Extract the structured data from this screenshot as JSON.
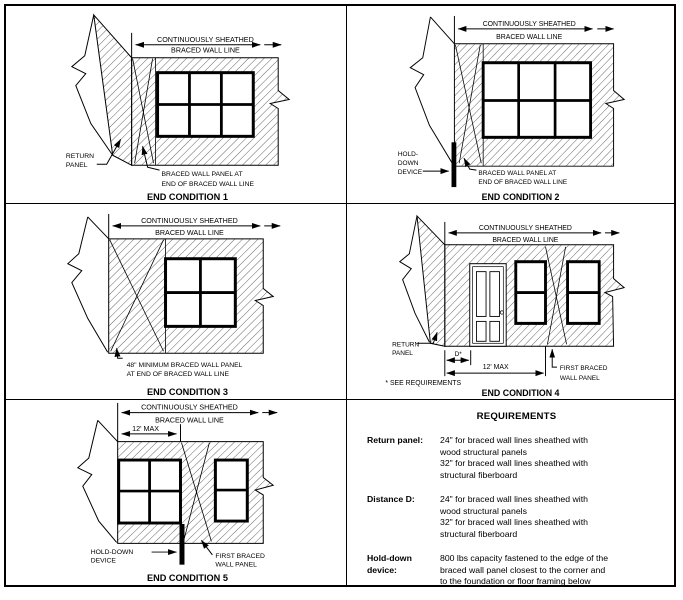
{
  "figure": {
    "description": "Continuously sheathed braced wall line end conditions"
  },
  "panels": [
    {
      "caption": "END CONDITION 1",
      "dim_line1": "CONTINUOUSLY SHEATHED",
      "dim_line2": "BRACED WALL LINE",
      "return_line1": "RETURN",
      "return_line2": "PANEL",
      "braced_line1": "BRACED WALL PANEL AT",
      "braced_line2": "END OF BRACED WALL LINE"
    },
    {
      "caption": "END CONDITION 2",
      "dim_line1": "CONTINUOUSLY SHEATHED",
      "dim_line2": "BRACED WALL LINE",
      "hold_line1": "HOLD-",
      "hold_line2": "DOWN",
      "hold_line3": "DEVICE",
      "braced_line1": "BRACED WALL PANEL AT",
      "braced_line2": "END OF BRACED WALL LINE"
    },
    {
      "caption": "END CONDITION 3",
      "dim_line1": "CONTINUOUSLY SHEATHED",
      "dim_line2": "BRACED WALL LINE",
      "panel_line1": "48\" MINIMUM BRACED WALL PANEL",
      "panel_line2": "AT END OF BRACED WALL LINE"
    },
    {
      "caption": "END CONDITION 4",
      "dim_line1": "CONTINUOUSLY SHEATHED",
      "dim_line2": "BRACED WALL LINE",
      "return_line1": "RETURN",
      "return_line2": "PANEL",
      "distance_label": "D*",
      "max_label": "12' MAX",
      "see_note": "* SEE REQUIREMENTS",
      "first_line1": "FIRST BRACED",
      "first_line2": "WALL PANEL"
    },
    {
      "caption": "END CONDITION 5",
      "dim_line1": "CONTINUOUSLY SHEATHED",
      "dim_line2": "BRACED WALL LINE",
      "max_label": "12' MAX",
      "hold_line1": "HOLD-DOWN",
      "hold_line2": "DEVICE",
      "first_line1": "FIRST BRACED",
      "first_line2": "WALL PANEL"
    }
  ],
  "requirements": {
    "title": "REQUIREMENTS",
    "items": [
      {
        "term_line1": "Return panel:",
        "line1": "24\" for braced wall lines sheathed with",
        "line2": "wood structural panels",
        "line3": "32\" for braced wall lines sheathed with",
        "line4": "structural fiberboard"
      },
      {
        "term_line1": "Distance D:",
        "line1": "24\" for braced wall lines sheathed with",
        "line2": "wood structural panels",
        "line3": "32\" for braced wall lines sheathed with",
        "line4": "structural fiberboard"
      },
      {
        "term_line1": "Hold-down",
        "term_line2": "device:",
        "line1": "800 lbs capacity fastened to the edge of the",
        "line2": "braced wall panel closest to the corner and",
        "line3": "to the foundation or floor framing below"
      }
    ]
  },
  "colors": {
    "line": "#000000",
    "background": "#ffffff"
  }
}
